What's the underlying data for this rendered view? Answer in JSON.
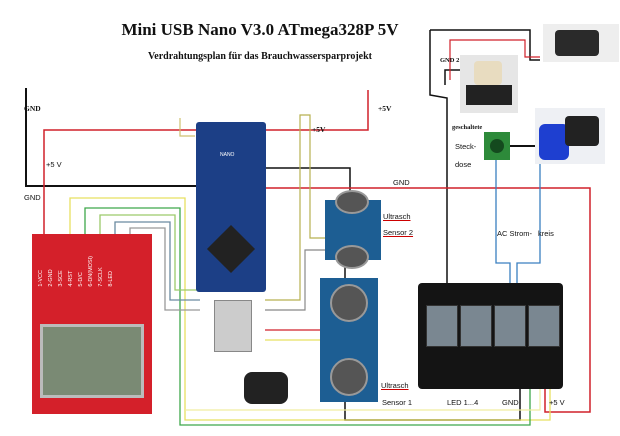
{
  "header": {
    "title": "Mini USB Nano V3.0 ATmega328P 5V",
    "subtitle": "Verdrahtungsplan für das Brauchwassersparprojekt"
  },
  "labels": {
    "gnd_top_left": "GND",
    "plus5v_top": "+5V",
    "plus5v_nano": "+5V",
    "plus5v_left": "+5 V",
    "gnd_left": "GND",
    "gnd_mid": "GND",
    "gnd2": "GND 2",
    "geschaltete": "geschaltete",
    "steck": "Steck-",
    "dose": "dose",
    "ac_strom": "AC Strom-",
    "kreis": "kreis",
    "ultrasch2": "Ultrasch",
    "sensor2": "Sensor 2",
    "ultrasch1": "Ultrasch",
    "sensor1": "Sensor 1",
    "led": "LED 1...4",
    "gnd_relay": "GND",
    "plus5v_relay": "+5 V"
  },
  "lcd_pins": [
    "1-VCC",
    "2-GND",
    "3-SCE",
    "4-RST",
    "5-D/C",
    "6-DN(MOSI)",
    "7-SCLK",
    "8-LED"
  ],
  "nano_label": "NANO",
  "colors": {
    "red": "#d0202a",
    "black": "#111111",
    "blue": "#3a7fc0",
    "green": "#3ea84a",
    "yellow": "#e8e060",
    "board": "#1c3f86"
  }
}
